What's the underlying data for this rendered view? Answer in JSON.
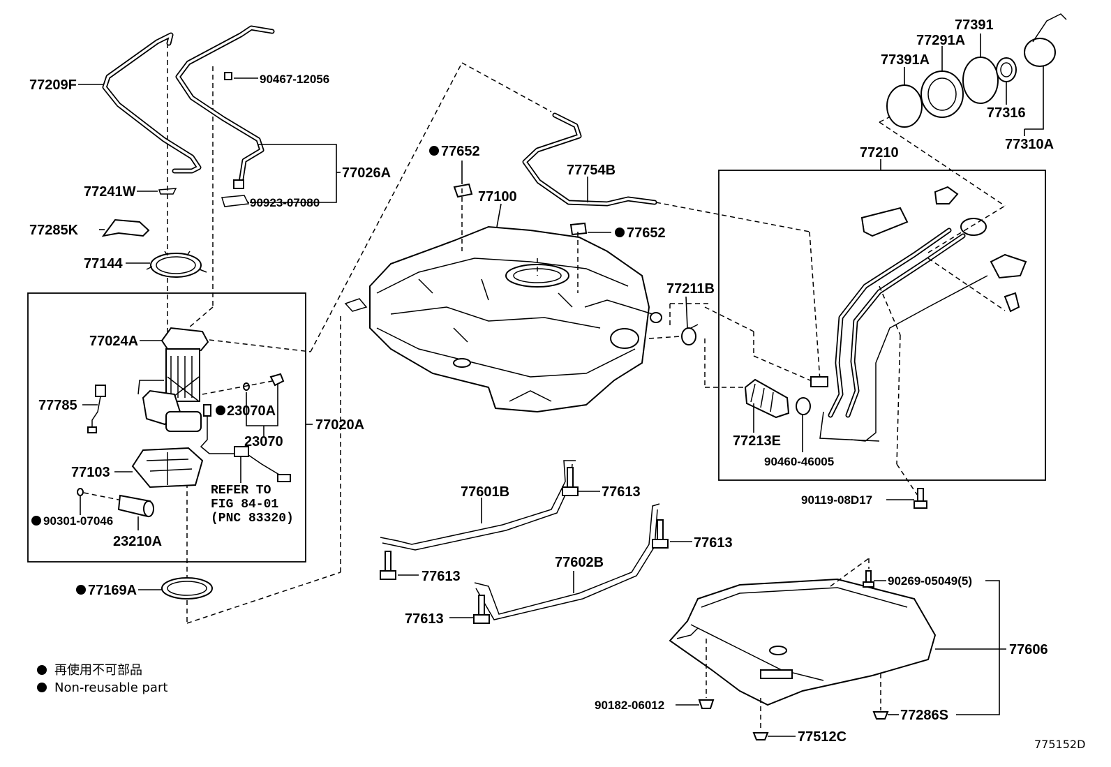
{
  "labels": {
    "l77209F": "77209F",
    "l90467": "90467-12056",
    "l77026A": "77026A",
    "l77241W": "77241W",
    "l90923": "90923-07080",
    "l77285K": "77285K",
    "l77144": "77144",
    "l77024A": "77024A",
    "l77785": "77785",
    "l23070A": "23070A",
    "l23070": "23070",
    "l77020A": "77020A",
    "l77103": "77103",
    "l90301": "90301-07046",
    "l23210A": "23210A",
    "l77169A": "77169A",
    "l77652a": "77652",
    "l77100": "77100",
    "l77652b": "77652",
    "l77754B": "77754B",
    "l77211B": "77211B",
    "l77213E": "77213E",
    "l90460": "90460-46005",
    "l77210": "77210",
    "l77391": "77391",
    "l77291A": "77291A",
    "l77391A": "77391A",
    "l77316": "77316",
    "l77310A": "77310A",
    "l90119": "90119-08D17",
    "l77601B": "77601B",
    "l77613a": "77613",
    "l77613b": "77613",
    "l77602B": "77602B",
    "l77613c": "77613",
    "l77613d": "77613",
    "l90269": "90269-05049(5)",
    "l77606": "77606",
    "l90182": "90182-06012",
    "l77286S": "77286S",
    "l77512C": "77512C"
  },
  "refer": {
    "line1": "REFER TO",
    "line2": "FIG 84-01",
    "line3": "(PNC 83320)"
  },
  "legend": {
    "bullet": "●",
    "japanese": "再使用不可部品",
    "english": "Non-reusable part"
  },
  "figure_id": "775152D"
}
